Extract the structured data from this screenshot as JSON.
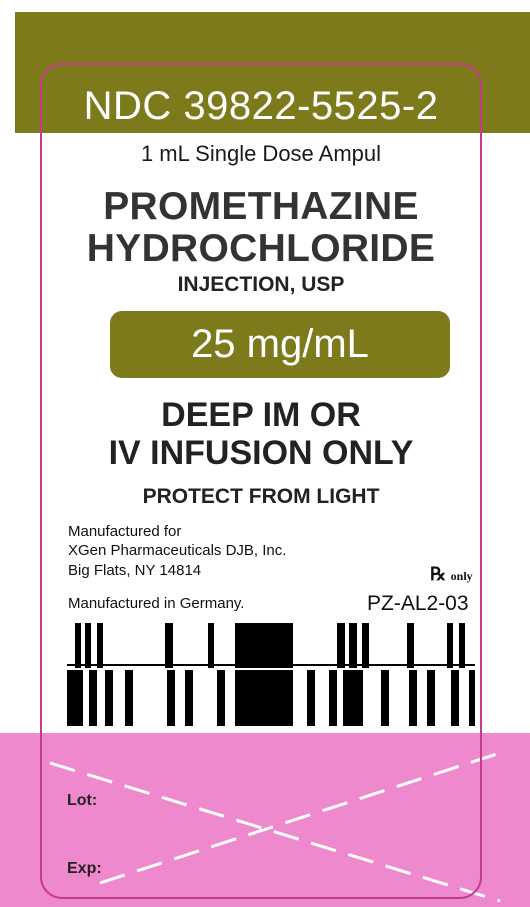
{
  "label": {
    "ndc": "NDC 39822-5525-2",
    "package": "1 mL Single Dose Ampul",
    "drug_name_line1": "PROMETHAZINE",
    "drug_name_line2": "HYDROCHLORIDE",
    "dosage_form": "INJECTION, USP",
    "strength": "25 mg/mL",
    "route_line1": "DEEP IM OR",
    "route_line2": "IV INFUSION ONLY",
    "storage": "PROTECT FROM LIGHT",
    "manufacturer_line1": "Manufactured for",
    "manufacturer_line2": "XGen Pharmaceuticals DJB, Inc.",
    "manufacturer_line3": "Big Flats, NY 14814",
    "origin": "Manufactured in Germany.",
    "rx_symbol": "℞",
    "rx_text": "only",
    "product_code": "PZ-AL2-03",
    "lot_label": "Lot:",
    "exp_label": "Exp:"
  },
  "colors": {
    "band_olive": "#7d7a1c",
    "band_pink": "#ef89ce",
    "border_magenta": "#c63a8a"
  }
}
